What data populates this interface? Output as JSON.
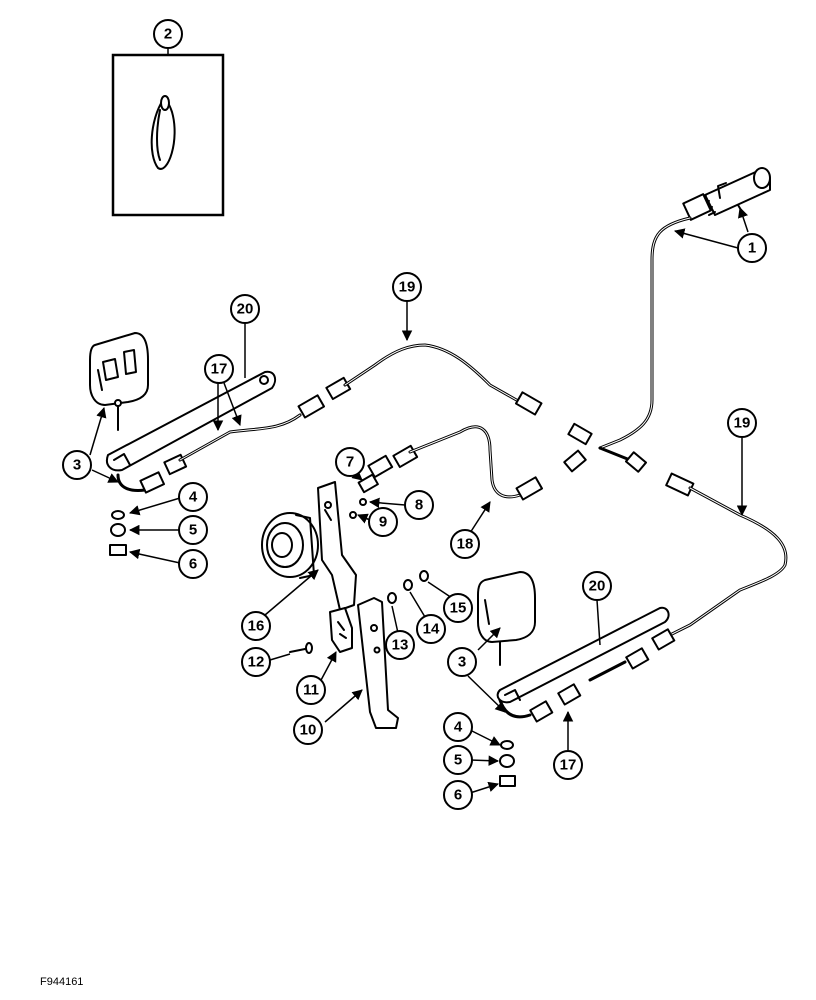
{
  "figure_ref": "F944161",
  "callouts": {
    "c1": "1",
    "c2": "2",
    "c3a": "3",
    "c3b": "3",
    "c4a": "4",
    "c4b": "4",
    "c5a": "5",
    "c5b": "5",
    "c6a": "6",
    "c6b": "6",
    "c7": "7",
    "c8": "8",
    "c9": "9",
    "c10": "10",
    "c11": "11",
    "c12": "12",
    "c13": "13",
    "c14": "14",
    "c15": "15",
    "c16": "16",
    "c17a": "17",
    "c17b": "17",
    "c18": "18",
    "c19a": "19",
    "c19b": "19",
    "c20a": "20",
    "c20b": "20"
  }
}
